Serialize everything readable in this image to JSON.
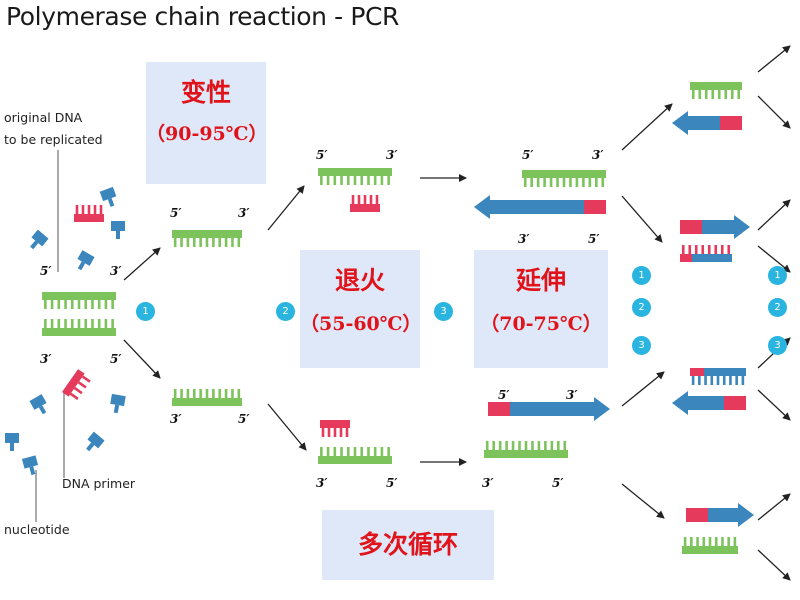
{
  "title": "Polymerase chain reaction - PCR",
  "labels": {
    "original_dna": [
      "original DNA",
      "to be replicated"
    ],
    "dna_primer": "DNA primer",
    "nucleotide": "nucleotide"
  },
  "phases": {
    "denaturation": {
      "name": "变性",
      "temp": "（90-95℃）"
    },
    "annealing": {
      "name": "退火",
      "temp": "（55-60℃）"
    },
    "extension": {
      "name": "延伸",
      "temp": "（70-75℃）"
    },
    "cycles": "多次循环"
  },
  "steps": [
    "1",
    "2",
    "3"
  ],
  "end_labels": {
    "five_prime": "5′",
    "three_prime": "3′"
  },
  "colors": {
    "template_strand": "#7cc35c",
    "primer": "#e63a5c",
    "new_strand": "#3a86bd",
    "phase_text": "#e0131b",
    "phase_box": "#dfe8f8",
    "step_badge": "#2ab4e0"
  }
}
